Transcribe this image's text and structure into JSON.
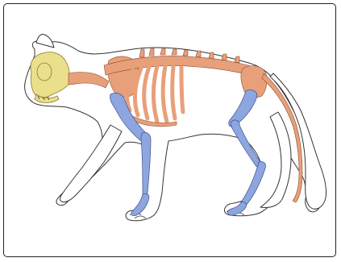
{
  "colors": {
    "skull": "#eadf8a",
    "axial": "#e8a07a",
    "limbs": "#8ea6df",
    "outline": "#333333",
    "border": "#222222",
    "background": "#ffffff"
  },
  "regions": [
    {
      "name": "skull",
      "color_key": "skull"
    },
    {
      "name": "axial-skeleton",
      "color_key": "axial"
    },
    {
      "name": "appendicular-skeleton",
      "color_key": "limbs"
    }
  ]
}
